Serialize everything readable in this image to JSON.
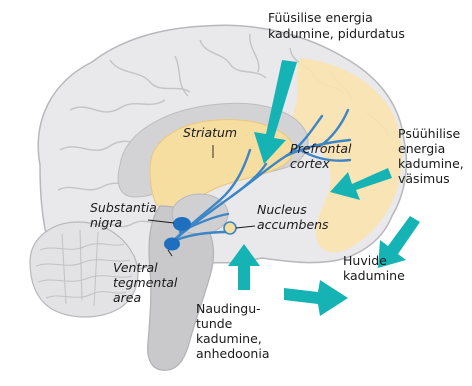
{
  "labels": {
    "physical_energy": [
      "Füüsilise energia",
      "kadumine, pidurdatus"
    ],
    "mental_energy": [
      "Psüühilise",
      "energia",
      "kadumine,",
      "väsimus"
    ],
    "interest_loss": [
      "Huvide",
      "kadumine"
    ],
    "pleasure": [
      "Naudingu-",
      "tunde",
      "kadumine,",
      "anhedoonia"
    ]
  },
  "regions": {
    "striatum": [
      "Striatum"
    ],
    "prefrontal_cortex": [
      "Prefrontal",
      "cortex"
    ],
    "substantia_nigra": [
      "Substantia",
      "nigra"
    ],
    "nucleus_accumbens": [
      "Nucleus",
      "accumbens"
    ],
    "ventral_tegmental_area": [
      "Ventral",
      "tegmental",
      "area"
    ]
  },
  "colors": {
    "arrow": "#15b3b3",
    "pathway": "#3d86c6",
    "nucleus": "#1f6fc0",
    "striatum_fill": "#f6dea0",
    "prefrontal_fill": "#fbe3b0",
    "brain_fill": "#e9e9eb",
    "inner_fill": "#c9c9cc"
  }
}
